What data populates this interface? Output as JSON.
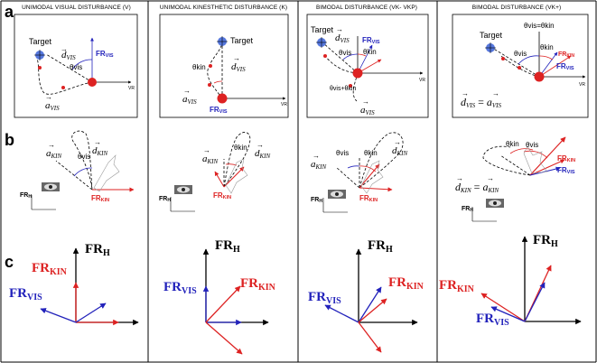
{
  "row_labels": [
    "a",
    "b",
    "c"
  ],
  "columns": [
    {
      "header": "UNIMODAL VISUAL DISTURBANCE (V)",
      "a": {
        "target": "Target",
        "d": "d",
        "d_sub": "VIS",
        "a": "a",
        "a_sub": "VIS",
        "angle": "θvis",
        "fr": "FR",
        "fr_sub": "VIS",
        "vr": "VR"
      },
      "b": {
        "a": "a",
        "a_sub": "KIN",
        "d": "d",
        "d_sub": "KIN",
        "angle": "θvis",
        "fr_kin": "FR",
        "fr_kin_sub": "KIN",
        "fr_h": "FR",
        "fr_h_sub": "H"
      },
      "c": {
        "fr_h": "FR",
        "fr_h_sub": "H",
        "fr_kin": "FR",
        "fr_kin_sub": "KIN",
        "fr_vis": "FR",
        "fr_vis_sub": "VIS"
      }
    },
    {
      "header": "UNIMODAL KINESTHETIC DISTURBANCE (K)",
      "a": {
        "target": "Target",
        "d": "d",
        "d_sub": "VIS",
        "a": "a",
        "a_sub": "VIS",
        "angle": "θkin",
        "fr": "FR",
        "fr_sub": "VIS",
        "vr": "VR"
      },
      "b": {
        "a": "a",
        "a_sub": "KIN",
        "d": "d",
        "d_sub": "KIN",
        "angle": "θkin",
        "fr_kin": "FR",
        "fr_kin_sub": "KIN",
        "fr_h": "FR",
        "fr_h_sub": "H"
      },
      "c": {
        "fr_h": "FR",
        "fr_h_sub": "H",
        "fr_kin": "FR",
        "fr_kin_sub": "KIN",
        "fr_vis": "FR",
        "fr_vis_sub": "VIS"
      }
    },
    {
      "header": "BIMODAL DISTURBANCE (VK- VKP)",
      "a": {
        "target": "Target",
        "d": "d",
        "d_sub": "VIS",
        "a": "a",
        "a_sub": "VIS",
        "angle": "θvis",
        "angle2": "θkin",
        "angle3": "θvis+θkin",
        "fr": "FR",
        "fr_sub": "VIS",
        "vr": "VR"
      },
      "b": {
        "a": "a",
        "a_sub": "KIN",
        "d": "d",
        "d_sub": "KIN",
        "angle": "θvis",
        "angle2": "θkin",
        "fr_kin": "FR",
        "fr_kin_sub": "KIN",
        "fr_h": "FR",
        "fr_h_sub": "H"
      },
      "c": {
        "fr_h": "FR",
        "fr_h_sub": "H",
        "fr_kin": "FR",
        "fr_kin_sub": "KIN",
        "fr_vis": "FR",
        "fr_vis_sub": "VIS"
      }
    },
    {
      "header": "BIMODAL DISTURBANCE (VK+)",
      "a": {
        "target": "Target",
        "eq_top": "θvis=θkin",
        "angle": "θvis",
        "angle2": "θkin",
        "fr_kin": "FR",
        "fr_kin_sub": "KIN",
        "fr": "FR",
        "fr_sub": "VIS",
        "vr": "VR",
        "eq_d": "d",
        "eq_d_sub": "VIS",
        "eq_a": "a",
        "eq_a_sub": "VIS"
      },
      "b": {
        "eq_d": "d",
        "eq_d_sub": "KIN",
        "eq_a": "a",
        "eq_a_sub": "KIN",
        "angle": "θvis",
        "angle2": "θkin",
        "fr_kin": "FR",
        "fr_kin_sub": "KIN",
        "fr_vis": "FR",
        "fr_vis_sub": "VIS",
        "fr_h": "FR",
        "fr_h_sub": "H"
      },
      "c": {
        "fr_h": "FR",
        "fr_h_sub": "H",
        "fr_kin": "FR",
        "fr_kin_sub": "KIN",
        "fr_vis": "FR",
        "fr_vis_sub": "VIS"
      }
    }
  ],
  "colors": {
    "vis": "#2222bb",
    "kin": "#dd2222",
    "head": "#000000"
  }
}
